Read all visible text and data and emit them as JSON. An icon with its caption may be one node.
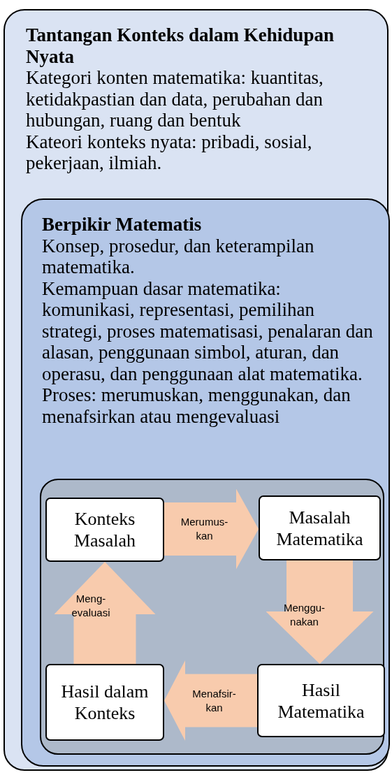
{
  "diagram": {
    "nodes": [
      {
        "text": [
          "Tantangan Konteks dalam Kehidupan Nyata",
          "Kategori konten matematika: kuantitas, ketidakpastian dan data, perubahan dan hubungan, ruang dan bentuk",
          "Kateori konteks nyata: pribadi, sosial, pekerjaan, ilmiah."
        ]
      },
      {
        "text": [
          "Berpikir Matematis",
          "Konsep, prosedur, dan keterampilan matematika.",
          "Kemampuan dasar matematika: komunikasi, representasi, pemilihan strategi, proses matematisasi, penalaran dan alasan, penggunaan simbol, aturan, dan operasu, dan penggunaan alat matematika.",
          "Proses: merumuskan, menggunakan, dan menafsirkan atau mengevaluasi"
        ],
        "in": 0
      },
      {
        "text": [],
        "shape": "box",
        "in": 1
      },
      {
        "text": [
          "Konteks Masalah"
        ],
        "in": 2
      },
      {
        "text": [
          "Masalah Matematika"
        ],
        "in": 2
      },
      {
        "text": [
          "Hasil dalam Konteks"
        ],
        "in": 2
      },
      {
        "text": [
          "Hasil Matematika"
        ],
        "in": 2
      }
    ],
    "edges": [
      {
        "from": 3,
        "to": 4,
        "arrow": "to",
        "label": "Merumus- kan"
      },
      {
        "from": 4,
        "to": 6,
        "arrow": "to",
        "label": "Menggu- nakan"
      },
      {
        "from": 6,
        "to": 5,
        "arrow": "to",
        "label": "Menafsir- kan"
      },
      {
        "from": 5,
        "to": 3,
        "arrow": "to",
        "label": "Meng- evaluasi"
      }
    ]
  }
}
